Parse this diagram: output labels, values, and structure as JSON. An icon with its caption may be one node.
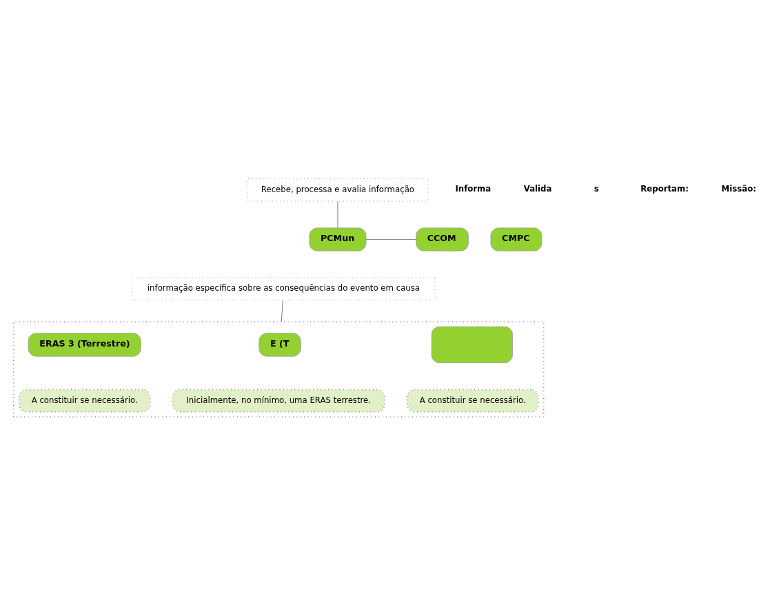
{
  "diagram": {
    "nodes": [
      {
        "text": [
          "Recebe, processa e avalia informação"
        ]
      },
      {
        "text": [
          "PCMun"
        ]
      },
      {
        "text": [
          "CCOM"
        ]
      },
      {
        "text": [
          "CMPC"
        ]
      },
      {
        "text": [
          "informação específica sobre as consequências do evento em causa"
        ]
      },
      {
        "text": [],
        "shape": "box"
      },
      {
        "text": [
          "E (T"
        ],
        "in": 5
      },
      {
        "text": [],
        "shape": "box",
        "in": 5
      },
      {
        "text": [
          "ERAS 3 (Terrestre)"
        ],
        "in": 5
      },
      {
        "text": [
          "Inicialmente, no mínimo, uma ERAS terrestre."
        ],
        "in": 5
      },
      {
        "text": [
          "A constituir se necessário."
        ],
        "in": 5
      },
      {
        "text": [
          "A constituir se necessário."
        ],
        "in": 5
      }
    ],
    "edges": [
      {
        "from": 0,
        "to": 1,
        "arrow": "none"
      },
      {
        "from": 1,
        "to": 2,
        "arrow": "none"
      },
      {
        "from": 4,
        "to": 5,
        "arrow": "none"
      }
    ],
    "labels": [
      "Informa",
      "Valida",
      "s",
      "Reportam:",
      "Missão:"
    ]
  }
}
